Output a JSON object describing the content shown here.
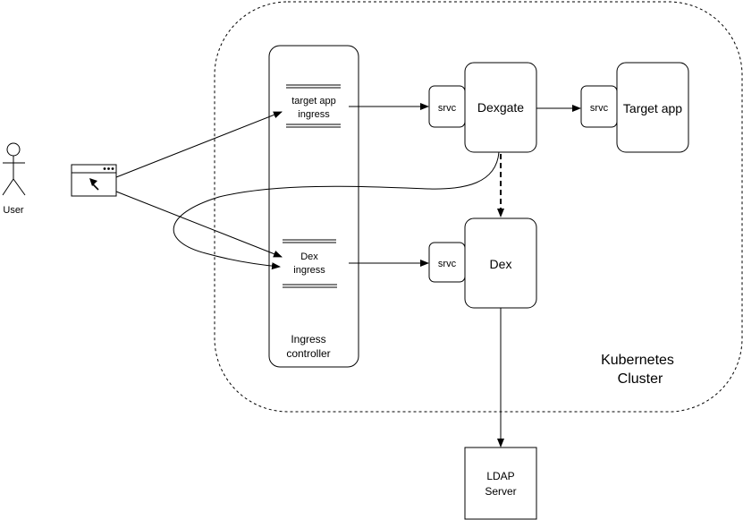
{
  "user": {
    "label": "User"
  },
  "ingress_controller": {
    "label_line1": "Ingress",
    "label_line2": "controller",
    "target_ingress": {
      "line1": "target app",
      "line2": "ingress"
    },
    "dex_ingress": {
      "line1": "Dex",
      "line2": "ingress"
    }
  },
  "services": {
    "dexgate_srvc": "srvc",
    "target_srvc": "srvc",
    "dex_srvc": "srvc"
  },
  "dexgate": {
    "label": "Dexgate"
  },
  "target_app": {
    "label": "Target app"
  },
  "dex": {
    "label": "Dex"
  },
  "ldap": {
    "line1": "LDAP",
    "line2": "Server"
  },
  "cluster": {
    "line1": "Kubernetes",
    "line2": "Cluster"
  }
}
